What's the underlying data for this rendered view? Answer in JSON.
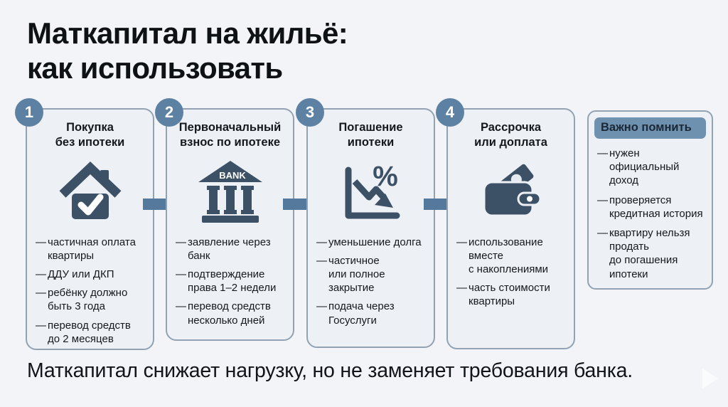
{
  "ui": {
    "dash": "—"
  },
  "colors": {
    "page_background": "#f2f4f8",
    "card_background": "#edf1f6",
    "card_border": "#93a2b2",
    "accent_steel_blue": "#5d81a3",
    "arrow_blue": "#55799c",
    "sidebar_header_background": "#6f91b0",
    "icon_dark_slate": "#3d5166",
    "text": "#14181d"
  },
  "title": "Маткапитал на жильё:\nкак использовать",
  "cards": [
    {
      "number": "1",
      "heading": "Покупка\nбез ипотеки",
      "icon": "house-check-icon",
      "bullets": [
        "частичная оплата квартиры",
        "ДДУ или ДКП",
        "ребёнку должно быть 3 года",
        "перевод средств до 2 месяцев"
      ]
    },
    {
      "number": "2",
      "heading": "Первоначальный\nвзнос по ипотеке",
      "icon": "bank-icon",
      "bullets": [
        "заявление через банк",
        "подтверждение права 1–2 недели",
        "перевод средств несколько дней"
      ]
    },
    {
      "number": "3",
      "heading": "Погашение\nипотеки",
      "icon": "declining-chart-percent-icon",
      "bullets": [
        "уменьшение долга",
        "частичное\nили полное закрытие",
        "подача через Госуслуги"
      ]
    },
    {
      "number": "4",
      "heading": "Рассрочка\nили доплата",
      "icon": "wallet-icon",
      "bullets": [
        "использование вместе\nс накоплениями",
        "часть стоимости квартиры"
      ]
    }
  ],
  "icons": {
    "bank_label": "BANK",
    "percent_sign": "%"
  },
  "sidebar": {
    "header": "Важно помнить",
    "bullets": [
      "нужен официальный доход",
      "проверяется кредитная история",
      "квартиру нельзя продать\nдо погашения ипотеки"
    ]
  },
  "footer": {
    "text": "Маткапитал снижает нагрузку, но не заменяет требования банка."
  }
}
